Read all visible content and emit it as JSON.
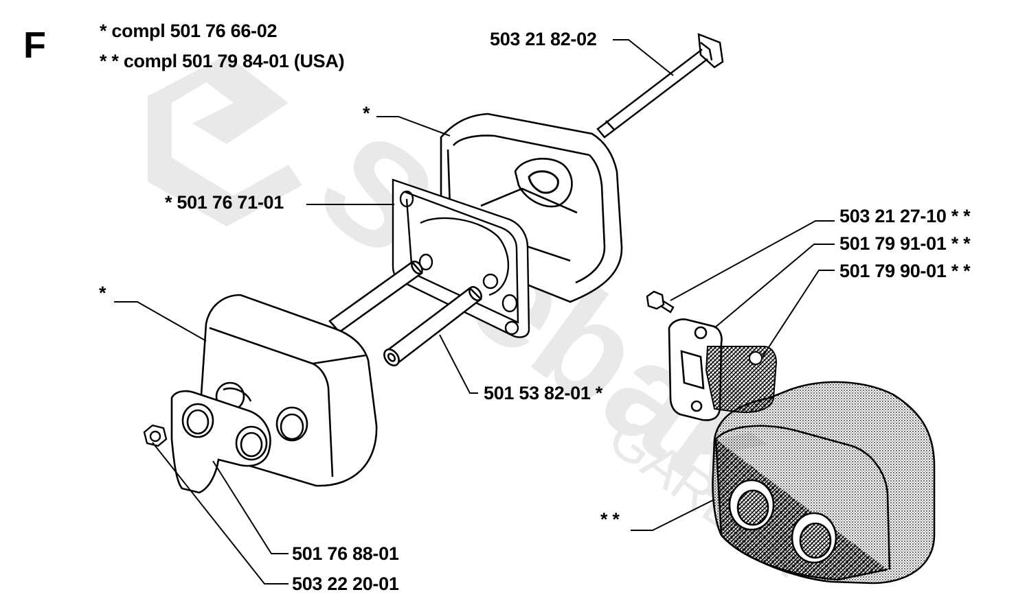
{
  "section_letter": "F",
  "legend": {
    "single_star": "*  compl 501 76 66-02",
    "double_star": "* *  compl 501 79 84-01 (USA)"
  },
  "watermark": {
    "brand": "Stiebak",
    "sub": "GARDEN"
  },
  "callouts": {
    "bolt_long": "503 21 82-02",
    "cover_top_marker": "*",
    "gasket": "*  501 76 71-01",
    "housing_left_marker": "*",
    "tubes": "501 53 82-01  *",
    "screw_small": "503 21 27-10  * *",
    "plate_small": "501 79 91-01  * *",
    "screen": "501 79 90-01  * *",
    "muffler_usa_marker": "* *",
    "plate_front": "501 76 88-01",
    "nut": "503 22 20-01"
  }
}
